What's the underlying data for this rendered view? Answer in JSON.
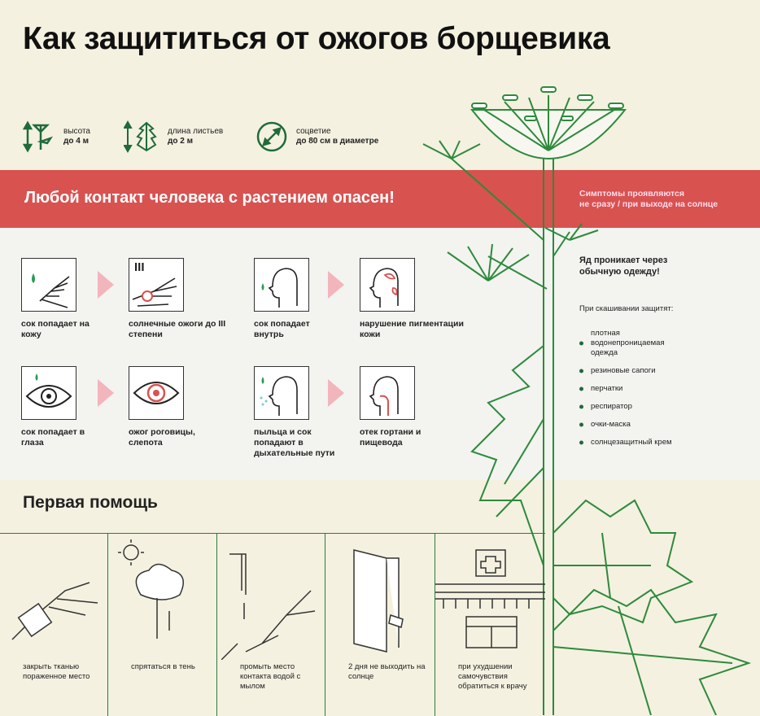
{
  "title": "Как защититься от ожогов борщевика",
  "stats": [
    {
      "label": "высота",
      "value": "до 4 м",
      "icon": "height-icon"
    },
    {
      "label": "длина листьев",
      "value": "до 2 м",
      "icon": "leaf-length-icon"
    },
    {
      "label": "соцветие",
      "value": "до 80 см в диаметре",
      "icon": "diameter-icon"
    }
  ],
  "band": {
    "main": "Любой контакт человека с растением опасен!",
    "side_line1": "Симптомы проявляются",
    "side_line2": "не сразу / при выходе на солнце",
    "color": "#d85250"
  },
  "symptoms": [
    {
      "cause": "сок попадает на кожу",
      "effect": "солнечные ожоги до III степени"
    },
    {
      "cause": "сок попадает внутрь",
      "effect": "нарушение пигментации кожи"
    },
    {
      "cause": "сок попадает в глаза",
      "effect": "ожог роговицы, слепота"
    },
    {
      "cause": "пыльца и сок попадают в дыхательные пути",
      "effect": "отек гортани и пищевода"
    }
  ],
  "burn_degree": "III",
  "protection": {
    "warning": "Яд проникает через обычную одежду!",
    "intro": "При скашивании защитят:",
    "items": [
      "плотная водонепроницаемая одежда",
      "резиновые сапоги",
      "перчатки",
      "респиратор",
      "очки-маска",
      "солнцезащитный крем"
    ]
  },
  "first_aid": {
    "title": "Первая помощь",
    "steps": [
      "закрыть тканью пораженное место",
      "спрятаться в тень",
      "промыть место контакта водой с мылом",
      "2 дня не выходить на солнце",
      "при ухудшении самочувствия обратиться к врачу"
    ]
  }
}
